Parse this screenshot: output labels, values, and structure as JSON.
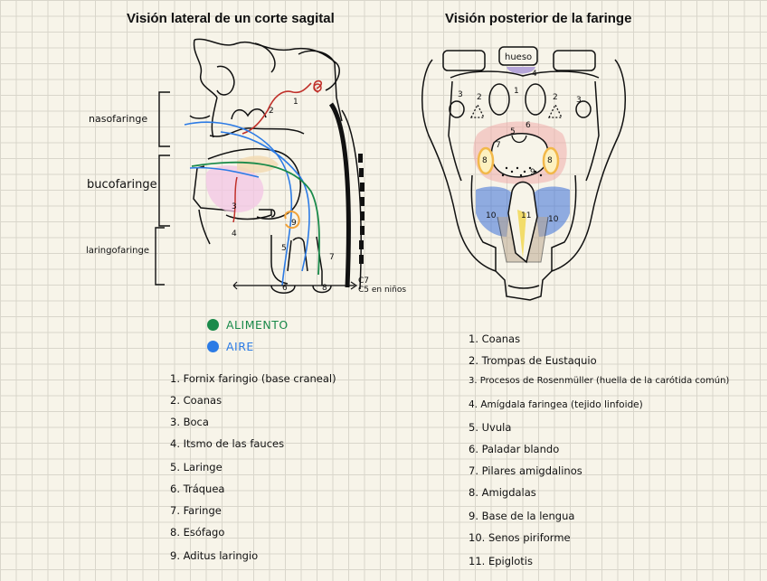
{
  "titles": {
    "left": "Visión lateral de un corte sagital",
    "right": "Visión posterior de la faringe"
  },
  "regions": [
    "nasofaringe",
    "bucofaringe",
    "laringofaringe"
  ],
  "vertebra_labels": [
    "C7",
    "C5 en niños"
  ],
  "legend": [
    {
      "label": "ALIMENTO",
      "color": "#1a8a4a"
    },
    {
      "label": "AIRE",
      "color": "#2c7be5"
    }
  ],
  "left_list": [
    "1. Fornix faringio (base craneal)",
    "2. Coanas",
    "3. Boca",
    "4. Itsmo de las fauces",
    "5. Laringe",
    "6. Tráquea",
    "7. Faringe",
    "8. Esófago",
    "9. Aditus laringio"
  ],
  "right_list": [
    "1. Coanas",
    "2. Trompas de Eustaquio",
    "3. Procesos de Rosenmüller (huella de la carótida común)",
    "4. Amígdala faringea (tejido linfoide)",
    "5. Uvula",
    "6. Paladar blando",
    "7. Pilares amigdalinos",
    "8. Amigdalas",
    "9. Base de la lengua",
    "10. Senos piriforme",
    "11. Epiglotis"
  ],
  "hueso_label": "hueso",
  "left_numbers": [
    "1",
    "2",
    "3",
    "4",
    "5",
    "6",
    "7",
    "8",
    "9"
  ],
  "right_numbers": [
    "1",
    "2",
    "2",
    "3",
    "3",
    "4",
    "5",
    "6",
    "7",
    "8",
    "8",
    "9",
    "10",
    "10",
    "11"
  ],
  "colors": {
    "food": "#1a8a4a",
    "air": "#2c7be5",
    "artery": "#c0302a",
    "tongue": "#f3c6e4",
    "adenoid": "#b6a6d9",
    "tonsil": "#f2dc6a",
    "sinus": "#3a6fd8",
    "soft_palate": "#f0a6a6"
  }
}
